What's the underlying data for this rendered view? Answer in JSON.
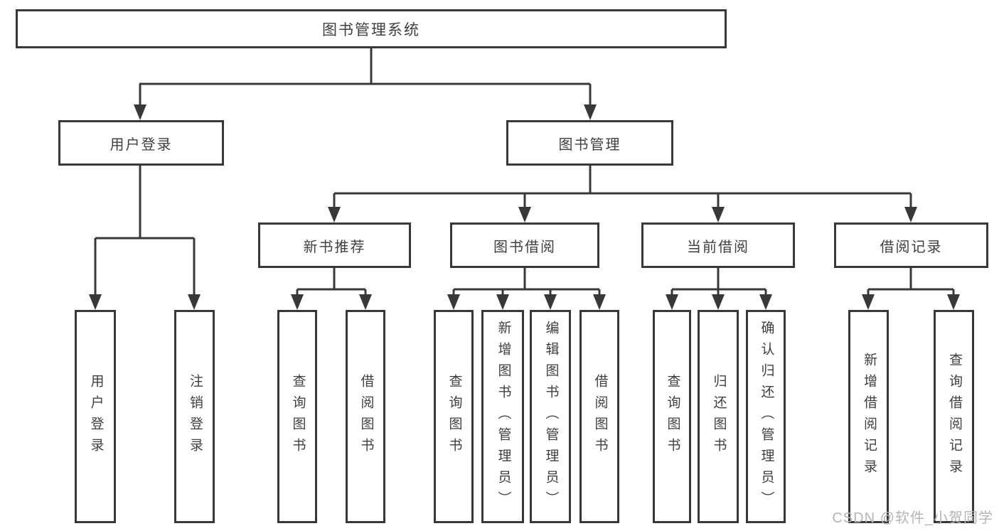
{
  "structure": {
    "root": {
      "label": "图书管理系统",
      "children": [
        {
          "label": "用户登录",
          "children": [
            {
              "label": "用户登录"
            },
            {
              "label": "注销登录"
            }
          ]
        },
        {
          "label": "图书管理",
          "children": [
            {
              "label": "新书推荐",
              "children": [
                {
                  "label": "查询图书"
                },
                {
                  "label": "借阅图书"
                }
              ]
            },
            {
              "label": "图书借阅",
              "children": [
                {
                  "label": "查询图书"
                },
                {
                  "label": "新增图书（管理员）"
                },
                {
                  "label": "编辑图书（管理员）"
                },
                {
                  "label": "借阅图书"
                }
              ]
            },
            {
              "label": "当前借阅",
              "children": [
                {
                  "label": "查询图书"
                },
                {
                  "label": "归还图书"
                },
                {
                  "label": "确认归还（管理员）"
                }
              ]
            },
            {
              "label": "借阅记录",
              "children": [
                {
                  "label": "新增借阅记录"
                },
                {
                  "label": "查询借阅记录"
                }
              ]
            }
          ]
        }
      ]
    }
  },
  "watermark": {
    "text": "CSDN @软件_小贺同学"
  },
  "colors": {
    "line": "#383838",
    "text": "#3f3f3f",
    "watermark": "#b5b5b5",
    "background": "#ffffff"
  }
}
